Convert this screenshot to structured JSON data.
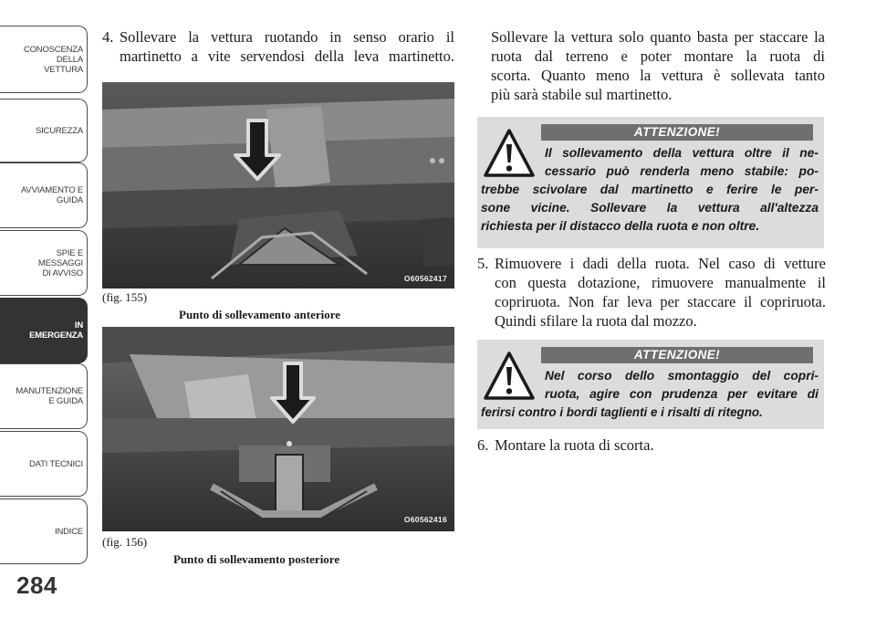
{
  "sidebar": {
    "tabs": [
      {
        "label": "CONOSCENZA DELLA\nVETTURA",
        "active": false
      },
      {
        "label": "SICUREZZA",
        "active": false
      },
      {
        "label": "AVVIAMENTO E\nGUIDA",
        "active": false
      },
      {
        "label": "SPIE E\nMESSAGGI\nDI AVVISO",
        "active": false
      },
      {
        "label": "IN\nEMERGENZA",
        "active": true
      },
      {
        "label": "MANUTENZIONE\nE GUIDA",
        "active": false
      },
      {
        "label": "DATI TECNICI",
        "active": false
      },
      {
        "label": "INDICE",
        "active": false
      }
    ]
  },
  "page_number": "284",
  "left_column": {
    "step4": {
      "number": "4.",
      "line1": "Sollevare la vettura ruotando in senso orario il",
      "line2": "martinetto a vite servendosi della leva martinetto."
    },
    "figure1": {
      "code": "O60562417",
      "label": "(fig. 155)",
      "caption": "Punto di sollevamento anteriore"
    },
    "figure2": {
      "code": "O60562416",
      "label": "(fig. 156)",
      "caption": "Punto di sollevamento posteriore"
    }
  },
  "right_column": {
    "para_lines": [
      "Sollevare la vettura solo quanto basta per staccare la",
      "ruota dal terreno e poter montare la ruota di",
      "scorta. Quanto meno la vettura è sollevata tanto",
      "più sarà stabile sul martinetto."
    ],
    "warning1": {
      "heading": "ATTENZIONE!",
      "lines": [
        "Il sollevamento della vettura oltre il ne-",
        "cessario può renderla meno stabile: po-",
        "trebbe scivolare dal martinetto e ferire le per-",
        "sone vicine. Sollevare la vettura all'altezza",
        "richiesta per il distacco della ruota e non oltre."
      ]
    },
    "step5": {
      "number": "5.",
      "lines": [
        "Rimuovere i dadi della ruota. Nel caso di vetture",
        "con questa dotazione, rimuovere manualmente il",
        "copriruota. Non far leva per staccare il copriruota.",
        "Quindi sfilare la ruota dal mozzo."
      ]
    },
    "warning2": {
      "heading": "ATTENZIONE!",
      "lines": [
        "Nel corso dello smontaggio del copri-",
        "ruota, agire con prudenza per evitare di",
        "ferirsi contro i bordi taglienti e i risalti di ritegno."
      ]
    },
    "step6": {
      "number": "6.",
      "text": "Montare la ruota di scorta."
    }
  },
  "colors": {
    "tab_active": "#333333",
    "warning_bg": "#dcdcdc",
    "warning_head": "#6f6f6f",
    "figure_bg": "#3d3d3d"
  },
  "icons": {
    "warning": "warning-triangle-icon",
    "arrow": "down-arrow-icon"
  }
}
